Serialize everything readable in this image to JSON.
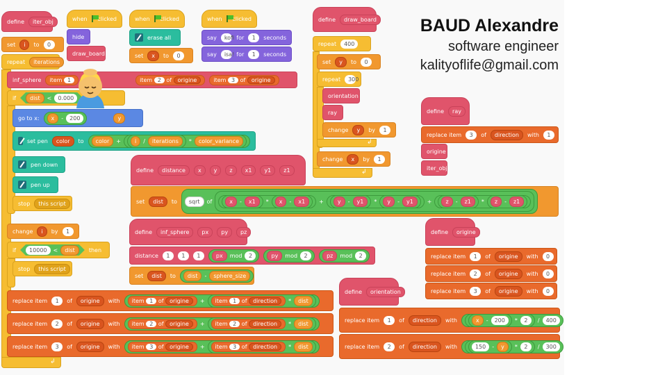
{
  "author": {
    "name": "BAUD Alexandre",
    "role": "software engineer",
    "email": "kalityoflife@gmail.com"
  },
  "icons": {
    "green_flag": "green-flag-icon",
    "pen": "pen-extension-icon",
    "loop_arrow": "loop-arrow-icon",
    "emoji": "relieved-face-with-hands-emoji"
  },
  "colors": {
    "events": "#f6bd32",
    "looks": "#8464dc",
    "pen": "#2bbd9e",
    "operators": "#59c059",
    "variables": "#f1982f",
    "control": "#f6bd32",
    "my_blocks": "#e0546b",
    "lists": "#e96a2c",
    "motion": "#5b88e3"
  },
  "labels": {
    "define": "define",
    "set": "set",
    "to": "to",
    "repeat": "repeat",
    "change": "change",
    "by": "by",
    "when": "when",
    "clicked": "clicked",
    "hide": "hide",
    "erase_all": "erase all",
    "say": "say",
    "for": "for",
    "seconds": "seconds",
    "if": "if",
    "then": "then",
    "stop": "stop",
    "this_script": "this script",
    "go_to_x": "go to x:",
    "y": "y",
    "set_pen": "set pen",
    "pen_down": "pen down",
    "pen_up": "pen up",
    "replace_item": "replace item",
    "of": "of",
    "with": "with",
    "item": "item",
    "mod": "mod",
    "sqrt": "sqrt",
    "plus": "+",
    "minus": "-",
    "times": "*",
    "divide": "/",
    "lt": "<"
  },
  "vars": {
    "i": "i",
    "x": "x",
    "y": "y",
    "dist": "dist",
    "iterations": "iterations",
    "origine": "origine",
    "direction": "direction",
    "color": "color",
    "color_variance": "color_variance",
    "sphere_size": "sphere_size",
    "px": "px",
    "py": "py",
    "pz": "pz",
    "x1": "x1",
    "y1": "y1",
    "z1": "z1",
    "z": "z"
  },
  "procs": {
    "iter_obj": "iter_obj",
    "draw_board": "draw_board",
    "inf_sphere": "inf_sphere",
    "distance": "distance",
    "orientation": "orientation",
    "ray": "ray",
    "origine": "origine"
  },
  "numbers": {
    "zero": "0",
    "one": "1",
    "two": "2",
    "three": "3",
    "n400": "400",
    "n300": "300",
    "n200": "200",
    "n150": "150",
    "n10000": "10000",
    "small": "0.000"
  },
  "say_texts": {
    "kofi": "kofi",
    "isa": "isa!"
  }
}
